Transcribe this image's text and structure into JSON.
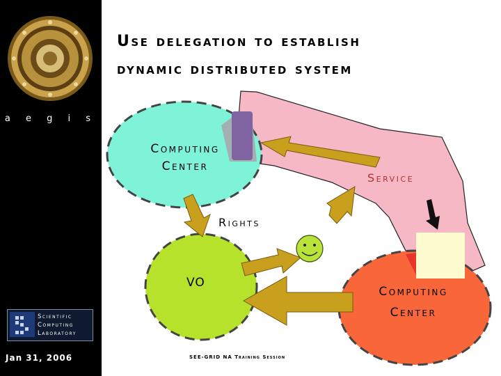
{
  "slide": {
    "title_line1": "Use delegation to establish",
    "title_line2": "dynamic distributed system",
    "footer": "SEE-GRID NA Training Session"
  },
  "sidebar": {
    "aegis": "a e g i s",
    "date": "Jan 31, 2006",
    "logo": {
      "line1": "Scientific",
      "line2": "Computing",
      "line3": "Laboratory"
    }
  },
  "diagram": {
    "computing_center_1": "Computing Center",
    "service": "Service",
    "rights": "Rights",
    "vo": "VO",
    "computing_center_2": "Computing Center",
    "smiley_icon": "smiley-face-icon",
    "colors": {
      "cc1_fill": "#7ef3d8",
      "vo_fill": "#b6e22c",
      "cc2_fill": "#f8663a",
      "service_region": "#f7b8c6",
      "arrow": "#c8a01e",
      "purple_block": "#8064a2",
      "yellow_block": "#fdfbcf",
      "smiley": "#b9e33b"
    }
  }
}
